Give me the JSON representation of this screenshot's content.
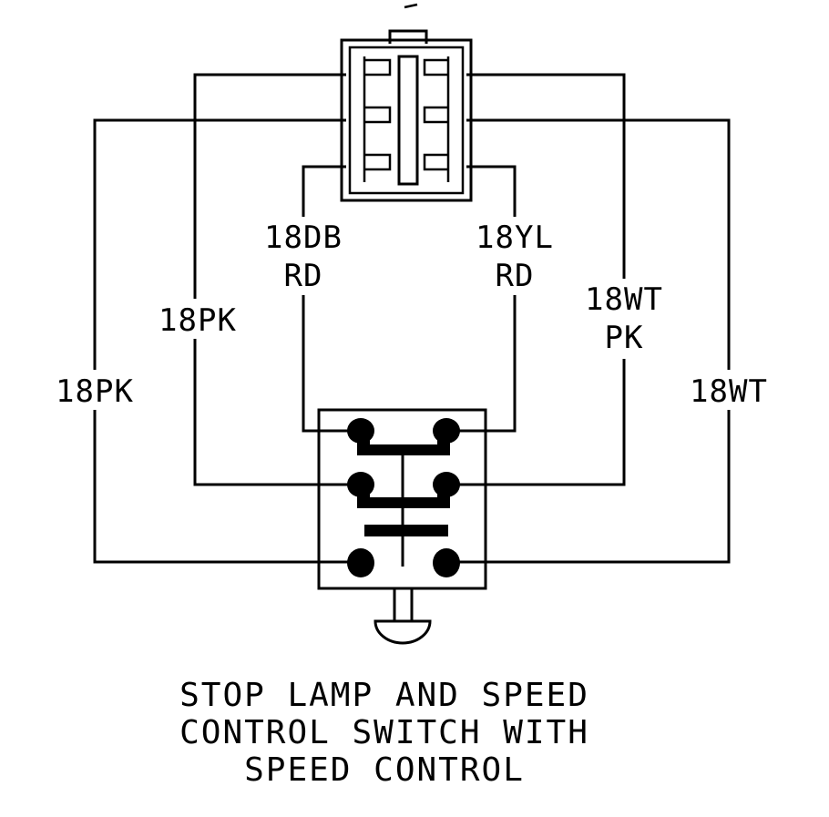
{
  "wires": {
    "outer_left": "18PK",
    "inner_left": "18PK",
    "center_left": {
      "line1": "18DB",
      "line2": "RD"
    },
    "center_right": {
      "line1": "18YL",
      "line2": "RD"
    },
    "inner_right": {
      "line1": "18WT",
      "line2": "PK"
    },
    "outer_right": "18WT"
  },
  "caption": {
    "line1": "STOP LAMP AND SPEED",
    "line2": "CONTROL SWITCH WITH",
    "line3": "SPEED CONTROL"
  }
}
